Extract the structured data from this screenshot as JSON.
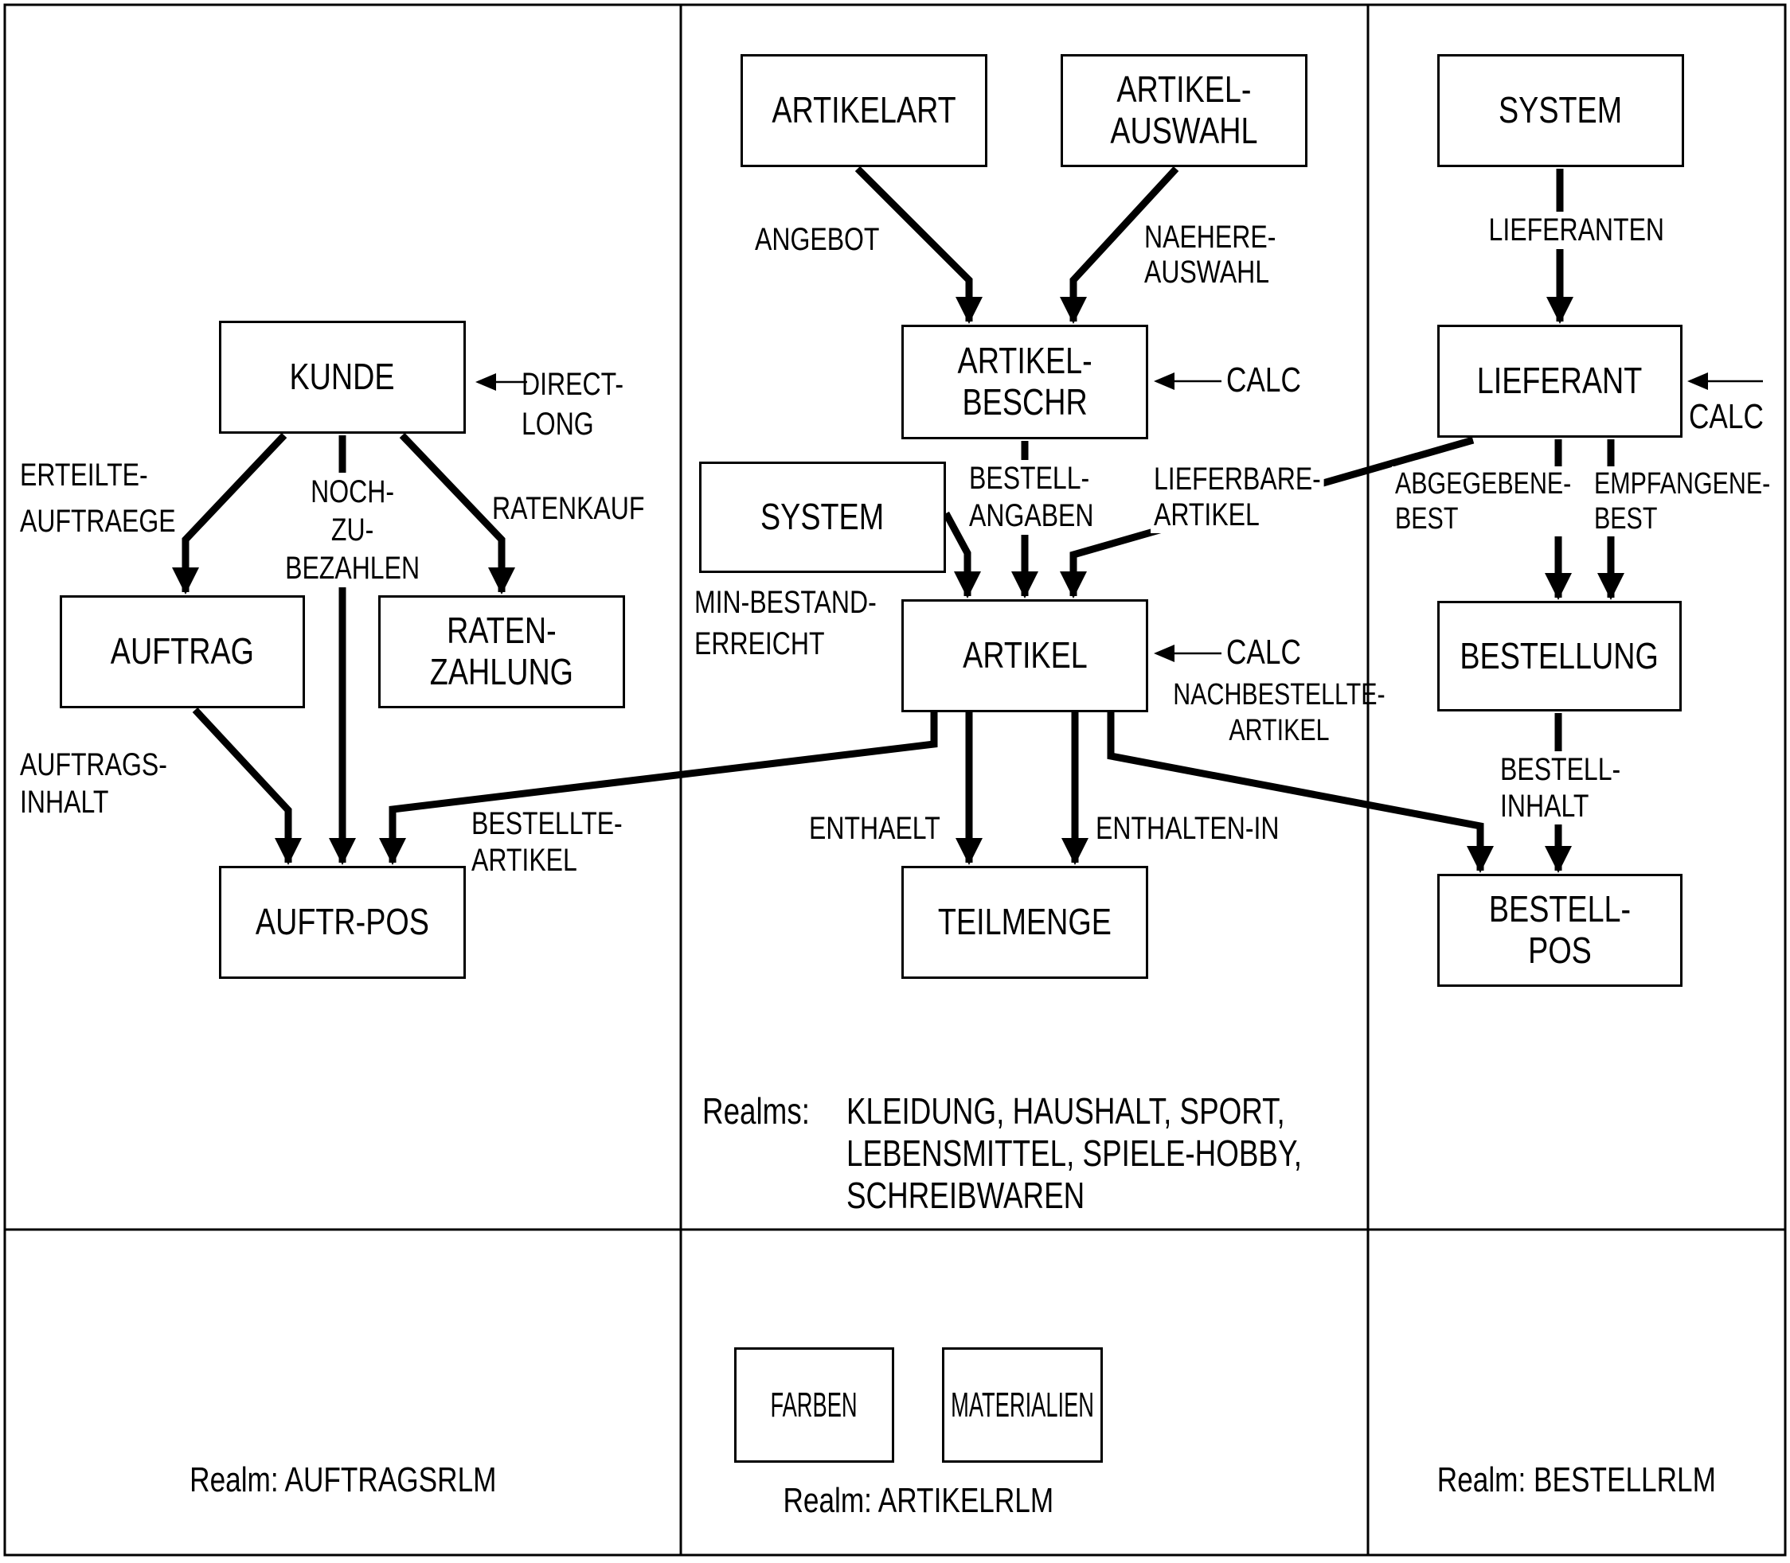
{
  "colors": {
    "ink": "#000000",
    "paper": "#ffffff"
  },
  "entities": {
    "kunde": "KUNDE",
    "auftrag": "AUFTRAG",
    "raten_zahlung": "RATEN-\nZAHLUNG",
    "auftr_pos": "AUFTR-POS",
    "artikelart": "ARTIKELART",
    "artikel_auswahl": "ARTIKEL-\nAUSWAHL",
    "artikel_beschr": "ARTIKEL-\nBESCHR",
    "system_artikel": "SYSTEM",
    "artikel": "ARTIKEL",
    "teilmenge": "TEILMENGE",
    "farben": "FARBEN",
    "materialien": "MATERIALIEN",
    "system_bestell": "SYSTEM",
    "lieferant": "LIEFERANT",
    "bestellung": "BESTELLUNG",
    "bestell_pos": "BESTELL-POS"
  },
  "relationships": {
    "erteilte_auftraege": "ERTEILTE-\nAUFTRAEGE",
    "noch_zu_bezahlen": "NOCH-\nZU-\nBEZAHLEN",
    "ratenkauf": "RATENKAUF",
    "direct_long": "DIRECT-\nLONG",
    "auftrags_inhalt": "AUFTRAGS-\nINHALT",
    "bestellte_artikel": "BESTELLTE-\nARTIKEL",
    "angebot": "ANGEBOT",
    "naehere_auswahl": "NAEHERE-\nAUSWAHL",
    "calc_artikel_beschr": "CALC",
    "bestell_angaben": "BESTELL-\nANGABEN",
    "lieferbare_artikel": "LIEFERBARE-\nARTIKEL",
    "min_bestand_erreicht": "MIN-BESTAND-\nERREICHT",
    "calc_artikel": "CALC",
    "nachbestellte_artikel": "NACHBESTELLTE-\nARTIKEL",
    "enthaelt": "ENTHAELT",
    "enthalten_in": "ENTHALTEN-IN",
    "lieferanten": "LIEFERANTEN",
    "calc_lieferant": "CALC",
    "abgegebene_best": "ABGEGEBENE-\nBEST",
    "empfangene_best": "EMPFANGENE-\nBEST",
    "bestell_inhalt": "BESTELL-\nINHALT"
  },
  "realms_note": {
    "title": "Realms:",
    "items": "KLEIDUNG, HAUSHALT, SPORT,\nLEBENSMITTEL, SPIELE-HOBBY,\nSCHREIBWAREN"
  },
  "realm_captions": {
    "auftragsrlm": "Realm: AUFTRAGSRLM",
    "artikelrlm": "Realm: ARTIKELRLM",
    "bestellrlm": "Realm: BESTELLRLM"
  }
}
